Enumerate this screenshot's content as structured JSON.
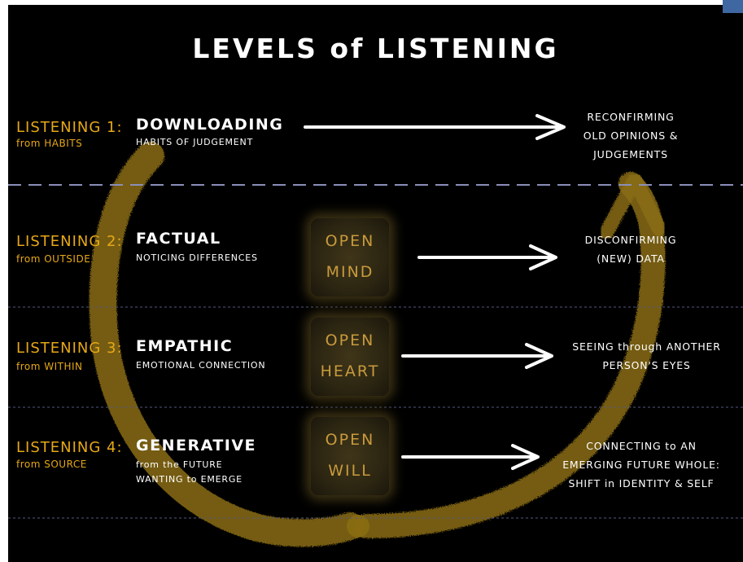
{
  "title": "LEVELS of LISTENING",
  "levels": [
    {
      "level": "LISTENING 1:",
      "source": "from HABITS",
      "name": "DOWNLOADING",
      "desc": [
        "HABITS OF JUDGEMENT"
      ],
      "outcome": [
        "RECONFIRMING",
        "OLD OPINIONS &",
        "JUDGEMENTS"
      ]
    },
    {
      "level": "LISTENING 2:",
      "source": "from OUTSIDE",
      "name": "FACTUAL",
      "desc": [
        "NOTICING DIFFERENCES"
      ],
      "open": [
        "OPEN",
        "MIND"
      ],
      "outcome": [
        "DISCONFIRMING",
        "(NEW) DATA"
      ]
    },
    {
      "level": "LISTENING 3:",
      "source": "from WITHIN",
      "name": "EMPATHIC",
      "desc": [
        "EMOTIONAL CONNECTION"
      ],
      "open": [
        "OPEN",
        "HEART"
      ],
      "outcome": [
        "SEEING through ANOTHER",
        "PERSON'S EYES"
      ]
    },
    {
      "level": "LISTENING 4:",
      "source": "from SOURCE",
      "name": "GENERATIVE",
      "desc": [
        "from the FUTURE",
        "WANTING to EMERGE"
      ],
      "open": [
        "OPEN",
        "WILL"
      ],
      "outcome": [
        "CONNECTING to AN",
        "EMERGING FUTURE WHOLE:",
        "SHIFT in IDENTITY & SELF"
      ]
    }
  ],
  "colors": {
    "background": "#000000",
    "accent": "#e6a817",
    "open_text": "#c89a3c",
    "dashed_line": "#8a8fb8",
    "thin_line": "#555a80"
  }
}
